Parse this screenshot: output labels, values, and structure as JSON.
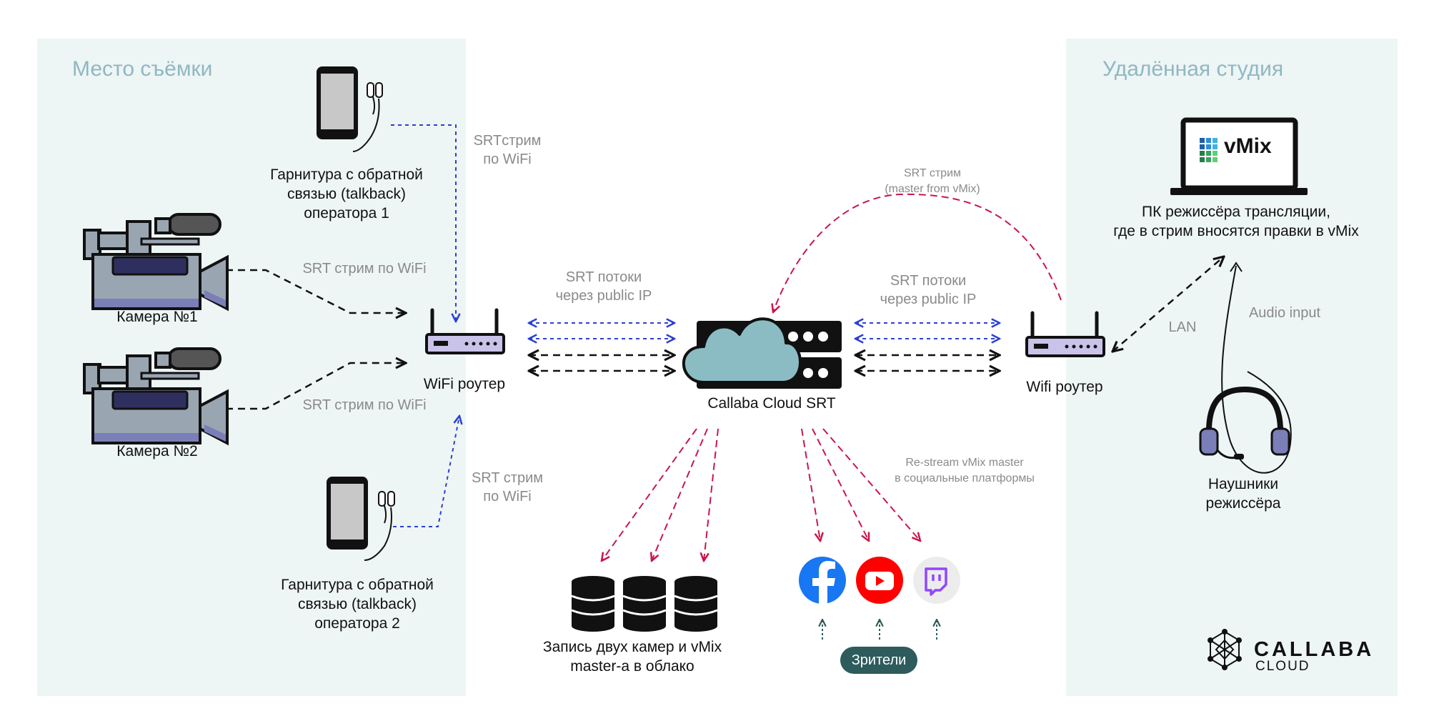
{
  "areas": {
    "left_title": "Место съёмки",
    "right_title": "Удалённая студия",
    "left_bg": "#eef5f5",
    "right_bg": "#eef5f5"
  },
  "nodes": {
    "headset1": [
      "Гарнитура с обратной",
      "связью (talkback)",
      "оператора 1"
    ],
    "headset2": [
      "Гарнитура с обратной",
      "связью (talkback)",
      "оператора 2"
    ],
    "camera1": "Камера №1",
    "camera2": "Камера №2",
    "router_left": "WiFi роутер",
    "cloud": "Callaba Cloud SRT",
    "router_right": "Wifi роутер",
    "director_pc": [
      "ПК режиссёра трансляции,",
      "где в стрим вносятся правки в vMix"
    ],
    "director_headphones": [
      "Наушники",
      "режиссёра"
    ],
    "storage": [
      "Запись двух камер и vMix",
      "master-а в облако"
    ],
    "viewers": "Зрители",
    "vmix_logo": "vMix"
  },
  "edges": {
    "srt_wifi_top": [
      "SRTстрим",
      "по WiFi"
    ],
    "srt_wifi_bottom": [
      "SRT стрим",
      "по WiFi"
    ],
    "srt_cam1": "SRT стрим по WiFi",
    "srt_cam2": "SRT стрим по WiFi",
    "public_ip_left": [
      "SRT потоки",
      "через public IP"
    ],
    "public_ip_right": [
      "SRT потоки",
      "через public IP"
    ],
    "srt_master": [
      "SRT стрим",
      "(master from vMix)"
    ],
    "restream": [
      "Re-stream vMix master",
      "в социальные платформы"
    ],
    "lan": "LAN",
    "audio_input": "Audio input"
  },
  "logo": {
    "main": "CALLABA",
    "sub": "CLOUD"
  },
  "icons": [
    "smartphone-icon",
    "earphones-icon",
    "video-camera-icon",
    "router-icon",
    "cloud-server-icon",
    "laptop-icon",
    "headphones-icon",
    "database-icon",
    "facebook-icon",
    "youtube-icon",
    "twitch-icon",
    "callaba-logo-icon"
  ],
  "colors": {
    "blue_arrow": "#2b3fd6",
    "red_arrow": "#c8164a",
    "black_arrow": "#111111",
    "camera_body": "#9aa5b2",
    "camera_accent": "#3d3d6b",
    "router": "#c9c3ea",
    "cloud": "#8bbcc4",
    "pill": "#2e5b5c",
    "facebook": "#1877f2",
    "youtube": "#ff0000",
    "twitch_bg": "#ececec",
    "twitch": "#9146ff"
  }
}
